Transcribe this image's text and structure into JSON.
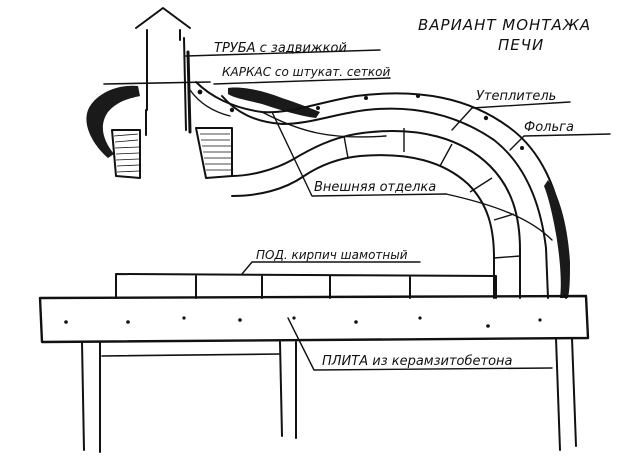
{
  "title": {
    "line1": "ВАРИАНТ МОНТАЖА",
    "line2": "ПЕЧИ"
  },
  "labels": {
    "pipe": "ТРУБА с задвижкой",
    "frame": "КАРКАС со штукат. сеткой",
    "insulation": "Утеплитель",
    "foil": "Фольга",
    "outer_finish": "Внешняя отделка",
    "hearth": "ПОД. кирпич шамотный",
    "slab": "ПЛИТА из керамзитобетона"
  },
  "colors": {
    "ink": "#111111",
    "paper": "#ffffff"
  }
}
